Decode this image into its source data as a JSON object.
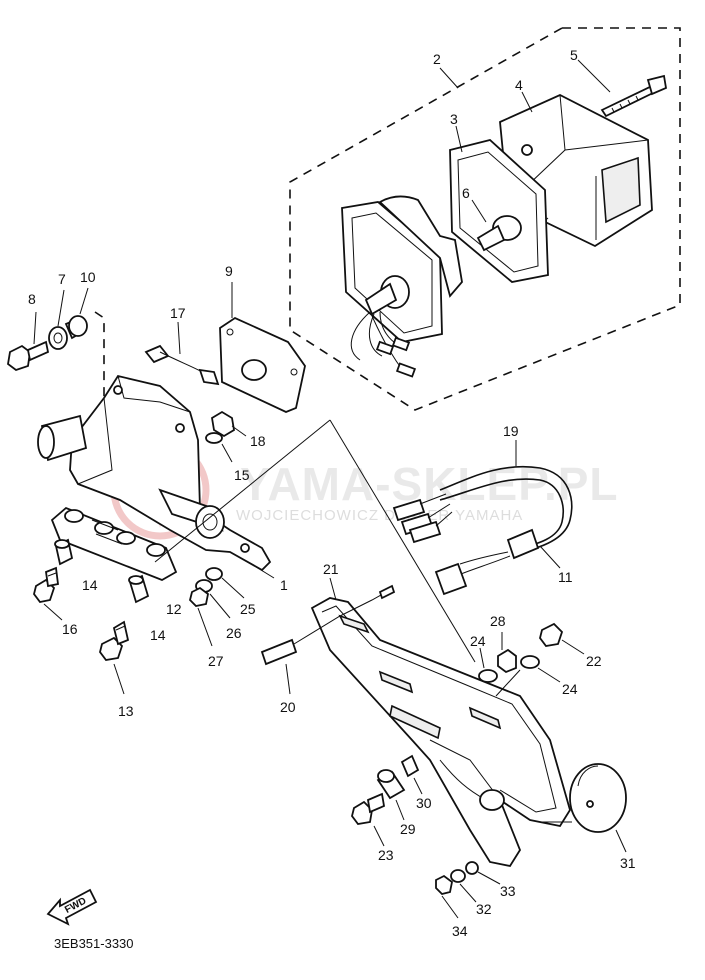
{
  "diagram_code": "3EB351-3330",
  "fwd_label": "FWD",
  "watermark": {
    "main": "YAMA-SKLEP.PL",
    "sub": "WOJCIECHOWICZ DEALER YAMAHA",
    "logo_color": "#e89a9a"
  },
  "part_numbers": [
    "1",
    "2",
    "3",
    "4",
    "5",
    "6",
    "7",
    "8",
    "9",
    "10",
    "11",
    "12",
    "13",
    "14",
    "14",
    "15",
    "16",
    "17",
    "18",
    "19",
    "20",
    "21",
    "22",
    "23",
    "24",
    "24",
    "25",
    "26",
    "27",
    "28",
    "29",
    "30",
    "31",
    "32",
    "33",
    "34"
  ]
}
